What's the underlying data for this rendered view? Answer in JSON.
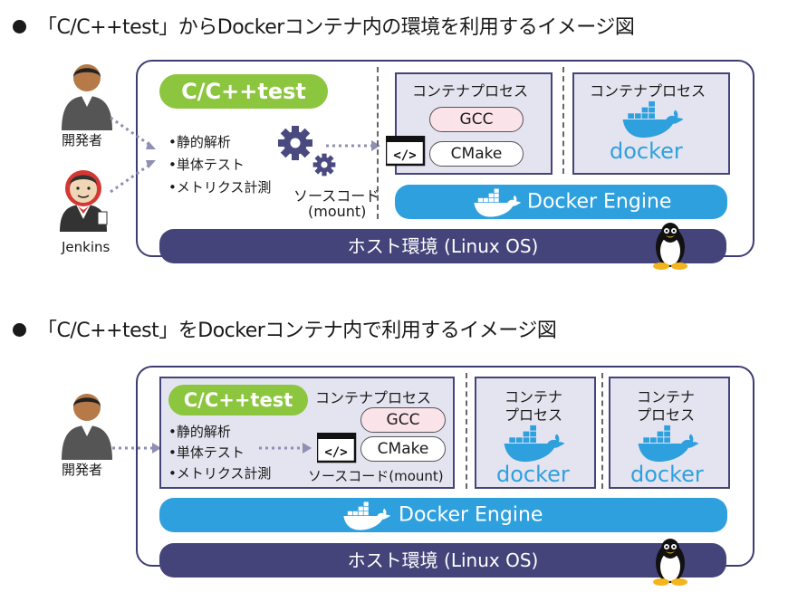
{
  "sections": [
    {
      "title": "「C/C++test」からDockerコンテナ内の環境を利用するイメージ図",
      "actors": [
        "開発者",
        "Jenkins"
      ],
      "tool_name": "C/C++test",
      "features": [
        "•静的解析",
        "•単体テスト",
        "•メトリクス計測"
      ],
      "source_label_line1": "ソースコード",
      "source_label_line2": "(mount)",
      "container_process_label": "コンテナプロセス",
      "container_tools": [
        "GCC",
        "CMake"
      ],
      "docker_word": "docker",
      "engine_label": "Docker Engine",
      "host_label": "ホスト環境 (Linux OS)"
    },
    {
      "title": "「C/C++test」をDockerコンテナ内で利用するイメージ図",
      "actors": [
        "開発者"
      ],
      "tool_name": "C/C++test",
      "features": [
        "•静的解析",
        "•単体テスト",
        "•メトリクス計測"
      ],
      "source_label": "ソースコード(mount)",
      "container_process_label": "コンテナプロセス",
      "container_process_label_line1": "コンテナ",
      "container_process_label_line2": "プロセス",
      "container_tools": [
        "GCC",
        "CMake"
      ],
      "docker_word": "docker",
      "engine_label": "Docker Engine",
      "host_label": "ホスト環境 (Linux OS)"
    }
  ],
  "colors": {
    "frame": "#3d3d73",
    "host": "#44447a",
    "engine": "#2fa0de",
    "tool_pill": "#8cc63f",
    "gcc_pill": "#fbe3ea",
    "process_box": "#e4e4f0",
    "arrow": "#8f8fb3"
  },
  "icons": [
    "person-icon",
    "jenkins-icon",
    "gears-icon",
    "code-window-icon",
    "docker-whale-icon",
    "linux-penguin-icon"
  ]
}
